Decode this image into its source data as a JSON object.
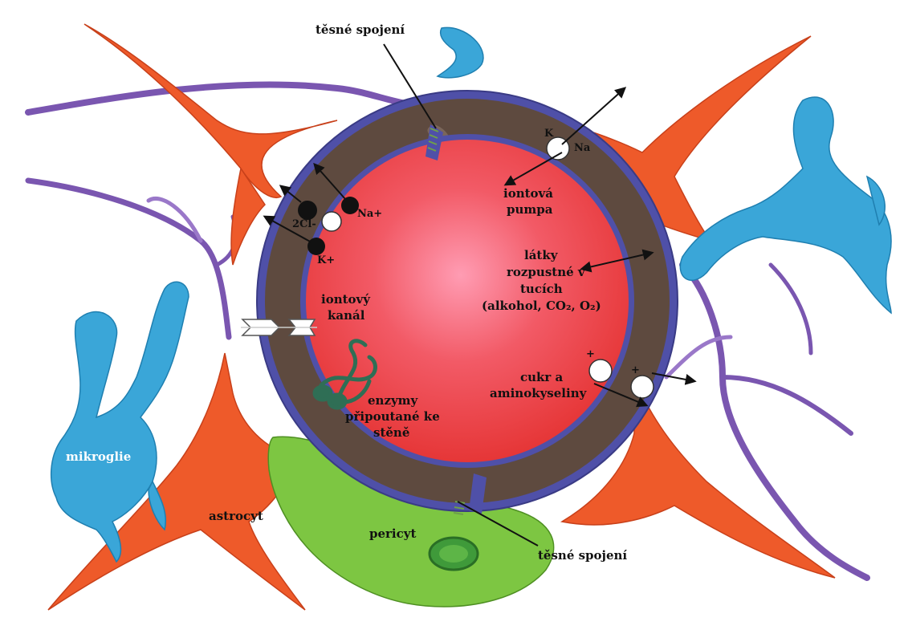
{
  "labels": {
    "tight_junction_top": "těsné spojení",
    "tight_junction_bottom": "těsné spojení",
    "ion_pump": [
      "iontová",
      "pumpa"
    ],
    "k_pump": "K",
    "na_pump": "Na",
    "lipid_soluble": [
      "látky",
      "rozpustné v",
      "tucích",
      "(alkohol, CO₂, O₂)"
    ],
    "ion_channel": [
      "iontový",
      "kanál"
    ],
    "sugar_amino": [
      "cukr a",
      "aminokyseliny"
    ],
    "enzymes": [
      "enzymy",
      "připoutané ke",
      "stěně"
    ],
    "cl_ion": "2Cl-",
    "na_ion": "Na+",
    "k_ion": "K+",
    "plus": "+",
    "microglia": "mikroglie",
    "astrocyte": "astrocyt",
    "pericyte": "pericyt"
  },
  "colors": {
    "lumen": "#ec3b3b",
    "lumen_center": "#ff8fa8",
    "endothelium": "#5e4a3f",
    "membrane": "#4f50a8",
    "astrocyte": "#ee5a2a",
    "microglia": "#3aa6d8",
    "pericyte": "#7dc642",
    "neuron_fiber": "#7a56b0",
    "junction": "#6ea04a",
    "enzyme": "#2f6e55"
  }
}
